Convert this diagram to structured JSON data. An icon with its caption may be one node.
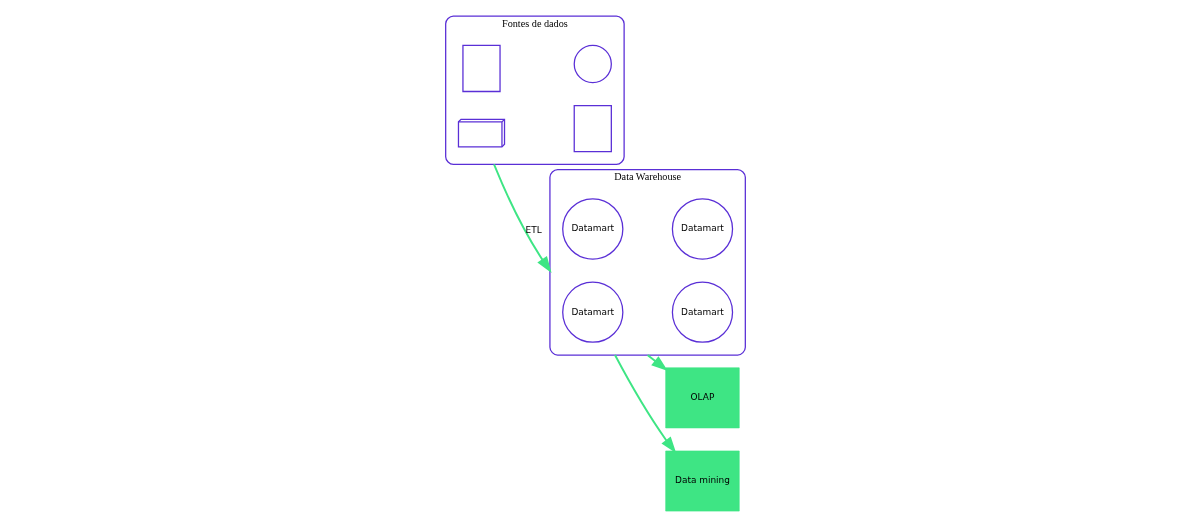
{
  "diagram": {
    "nodes": [
      {
        "text": [
          "Fontes de dados"
        ]
      },
      {
        "text": [],
        "shape": "stack",
        "in": 0
      },
      {
        "text": [],
        "shape": "box",
        "in": 0
      },
      {
        "text": [],
        "shape": "box",
        "in": 0
      },
      {
        "text": [],
        "shape": "circle",
        "in": 0
      },
      {
        "text": [
          "Data Warehouse"
        ]
      },
      {
        "text": [
          "Datamart"
        ],
        "in": 5
      },
      {
        "text": [
          "Datamart"
        ],
        "in": 5
      },
      {
        "text": [
          "Datamart"
        ],
        "in": 5
      },
      {
        "text": [
          "Datamart"
        ],
        "in": 5
      },
      {
        "text": [
          "OLAP"
        ]
      },
      {
        "text": [
          "Data mining"
        ]
      }
    ],
    "edges": [
      {
        "from": 0,
        "to": 5,
        "arrow": "to",
        "label": "ETL"
      },
      {
        "from": 5,
        "to": 10,
        "arrow": "to"
      },
      {
        "from": 5,
        "to": 11,
        "arrow": "to"
      }
    ]
  }
}
